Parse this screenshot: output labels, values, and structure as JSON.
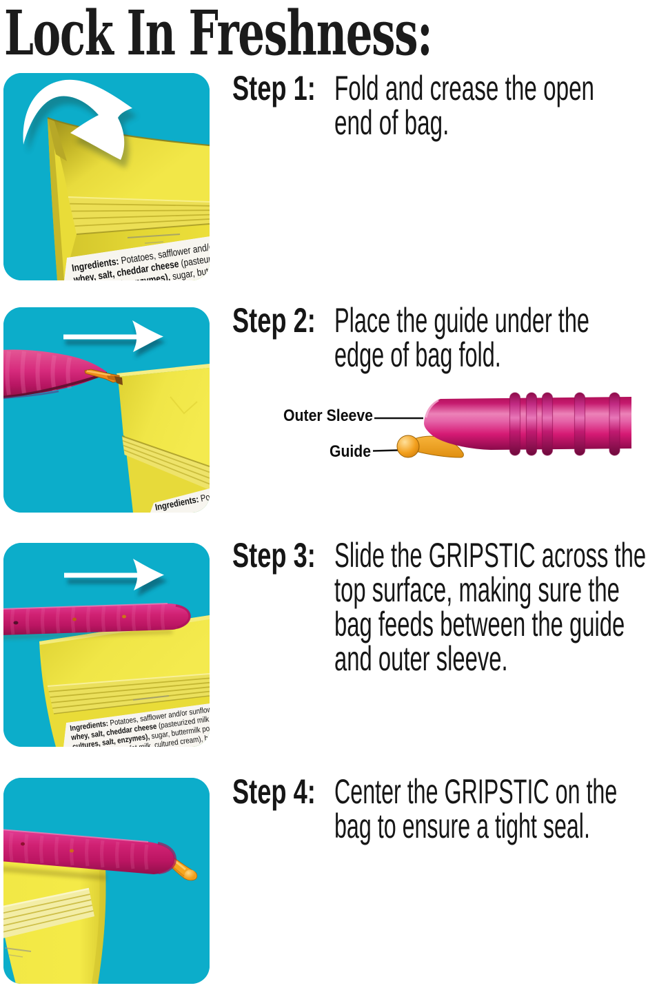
{
  "title": "Lock In Freshness:",
  "steps": [
    {
      "label": "Step 1:",
      "lines": [
        "Fold and crease the open",
        "end of bag."
      ]
    },
    {
      "label": "Step 2:",
      "lines": [
        "Place the guide under the",
        "edge of bag fold."
      ]
    },
    {
      "label": "Step 3:",
      "lines": [
        "Slide the GRIPSTIC across the",
        "top surface, making sure the",
        "bag feeds between the guide",
        "and outer sleeve."
      ]
    },
    {
      "label": "Step 4:",
      "lines": [
        "Center the GRIPSTIC on the",
        "bag to ensure a tight seal."
      ]
    }
  ],
  "diagram": {
    "outer_sleeve_label": "Outer Sleeve",
    "guide_label": "Guide"
  },
  "ingredients": {
    "l1b": "Ingredients:",
    "l1r": " Potatoes, safflower and/or sunflower oil,",
    "l2b": "whey, salt, cheddar cheese",
    "l2r": " (pasteurized milk, cheese",
    "l3b": "cultures, salt, enzymes),",
    "l3r": " sugar, buttermilk powder,",
    "l4r": "cream (cream, nonfat milk, cultured cream), butter",
    "shortb": "Ingredients:",
    "shortr": " Pot"
  },
  "colors": {
    "background": "#ffffff",
    "panel_teal": "#0cadca",
    "bag_yellow": "#eee13c",
    "sealer_pink": "#d62a7c",
    "diagram_magenta": "#d40f7d",
    "guide_orange": "#f4a322",
    "text": "#161616",
    "arrow_white": "#ffffff"
  }
}
